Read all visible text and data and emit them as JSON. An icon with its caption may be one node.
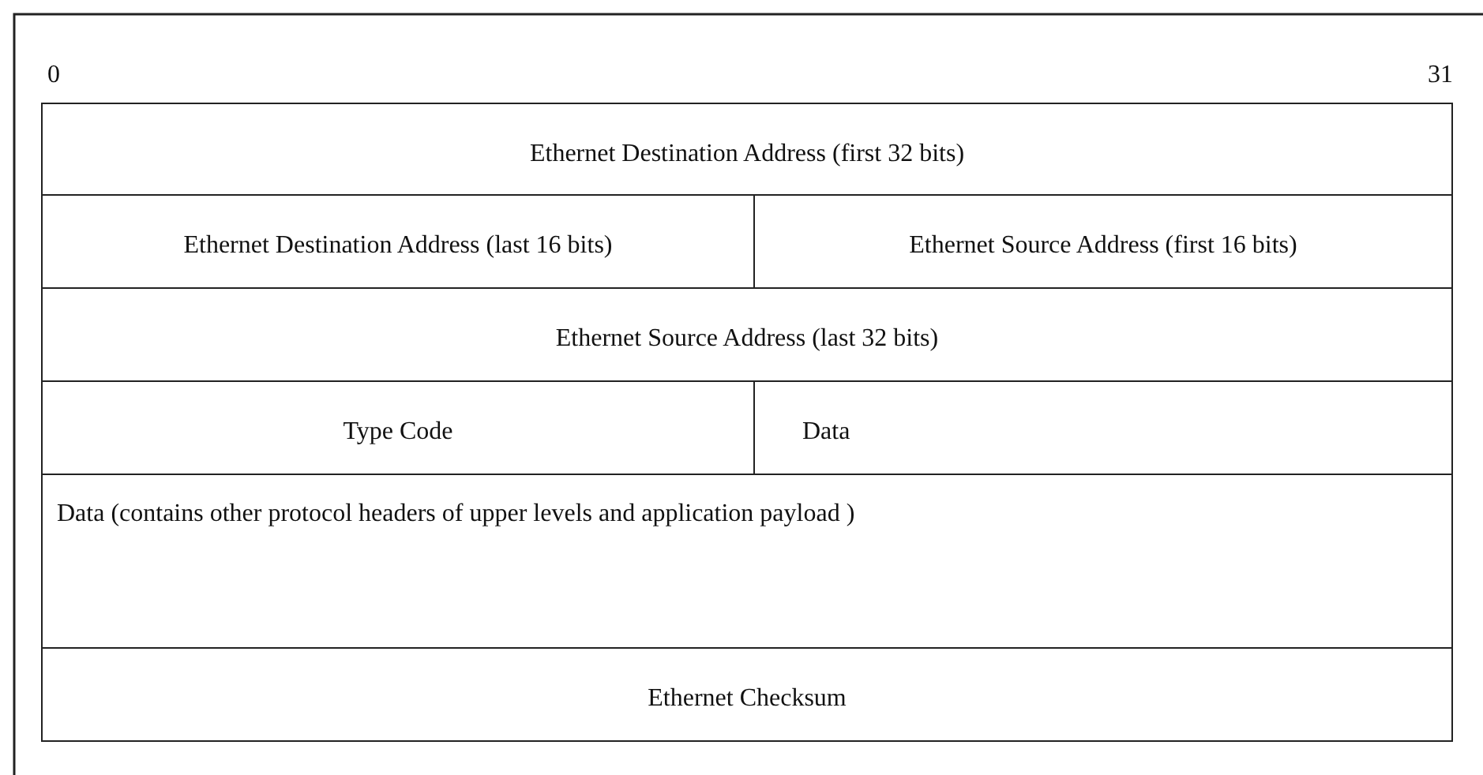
{
  "diagram": {
    "nodes": [
      {
        "text": [
          "Ethernet Destination Address (first 32 bits)"
        ]
      },
      {
        "text": [
          "Ethernet Destination Address (last 16 bits)"
        ]
      },
      {
        "text": [
          "Ethernet Source Address (first 16 bits)"
        ]
      },
      {
        "text": [
          "Ethernet Source Address (last 32 bits)"
        ]
      },
      {
        "text": [
          "Type Code"
        ]
      },
      {
        "text": [
          "Data"
        ]
      },
      {
        "text": [
          "Data  (contains other protocol headers of upper levels and application payload )"
        ]
      },
      {
        "text": [
          "Ethernet Checksum"
        ]
      }
    ],
    "labels": [
      "0",
      "31"
    ]
  }
}
